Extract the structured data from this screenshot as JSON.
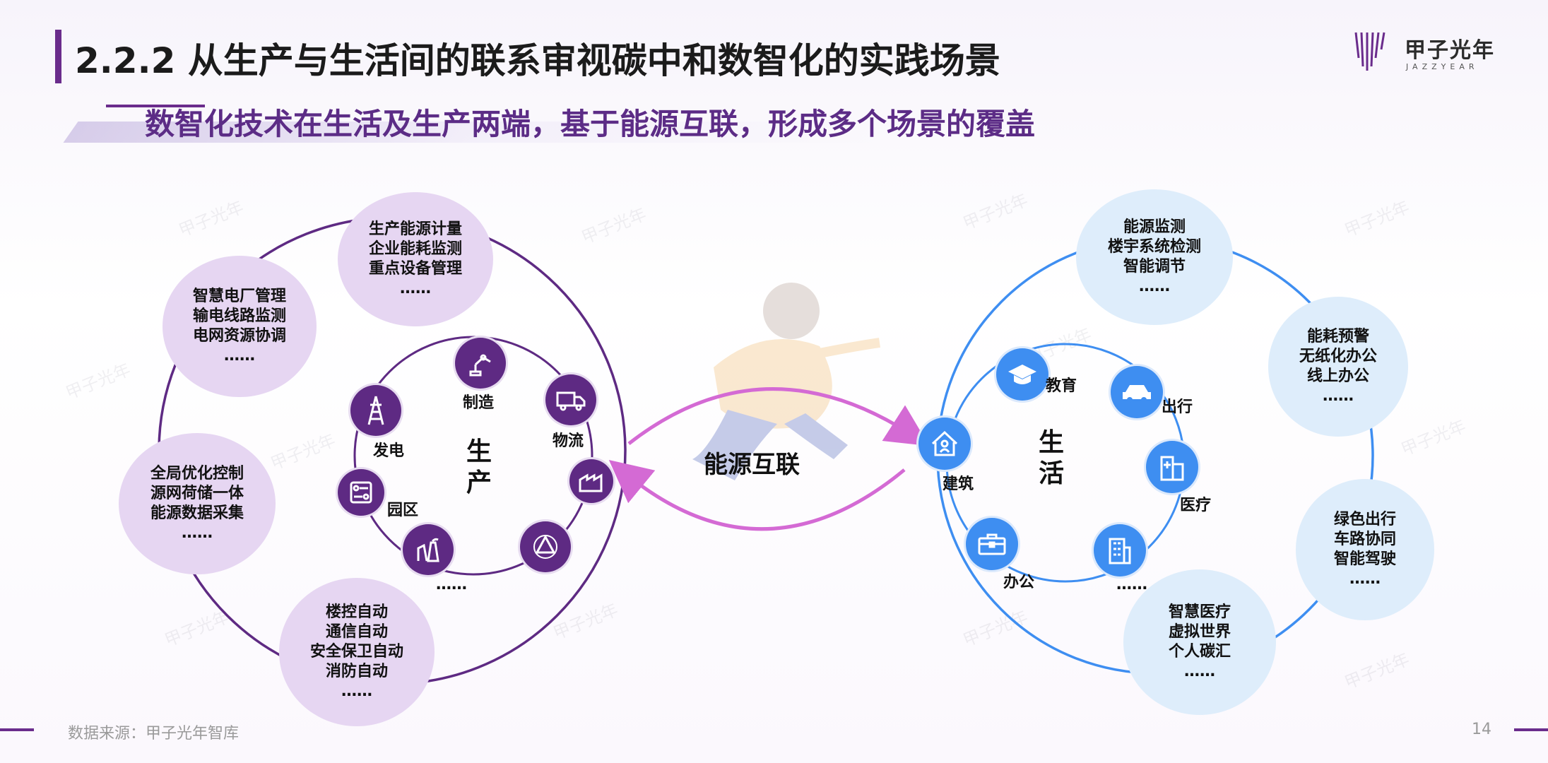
{
  "header": {
    "title": "2.2.2 从生产与生活间的联系审视碳中和数智化的实践场景",
    "subtitle": "数智化技术在生活及生产两端，基于能源互联，形成多个场景的覆盖"
  },
  "brand": {
    "name": "甲子光年",
    "tagline": "JAZZYEAR",
    "accent": "#6a2c8c"
  },
  "hub": {
    "label": "能源互联",
    "arrow_color": "#d46ad4"
  },
  "production": {
    "title": "生\n产",
    "ring_color": "#5e2a83",
    "bubble_color": "#e6d6f2",
    "bubbles": [
      {
        "lines": [
          "生产能源计量",
          "企业能耗监测",
          "重点设备管理",
          "……"
        ]
      },
      {
        "lines": [
          "智慧电厂管理",
          "输电线路监测",
          "电网资源协调",
          "……"
        ]
      },
      {
        "lines": [
          "全局优化控制",
          "源网荷储一体",
          "能源数据采集",
          "……"
        ]
      },
      {
        "lines": [
          "楼控自动",
          "通信自动",
          "安全保卫自动",
          "消防自动",
          "……"
        ]
      }
    ],
    "nodes": [
      {
        "label": "制造",
        "icon": "robot-arm-icon"
      },
      {
        "label": "物流",
        "icon": "truck-icon"
      },
      {
        "label": "",
        "icon": "factory-icon"
      },
      {
        "label": "",
        "icon": "recycle-icon"
      },
      {
        "label": "……",
        "icon": "power-plant-icon"
      },
      {
        "label": "园区",
        "icon": "park-map-icon"
      },
      {
        "label": "发电",
        "icon": "transmission-tower-icon"
      }
    ]
  },
  "life": {
    "title": "生\n活",
    "ring_color": "#3e8ef1",
    "bubble_color": "#deedfb",
    "bubbles": [
      {
        "lines": [
          "能源监测",
          "楼宇系统检测",
          "智能调节",
          "……"
        ]
      },
      {
        "lines": [
          "能耗预警",
          "无纸化办公",
          "线上办公",
          "……"
        ]
      },
      {
        "lines": [
          "绿色出行",
          "车路协同",
          "智能驾驶",
          "……"
        ]
      },
      {
        "lines": [
          "智慧医疗",
          "虚拟世界",
          "个人碳汇",
          "……"
        ]
      }
    ],
    "nodes": [
      {
        "label": "教育",
        "icon": "graduation-cap-icon"
      },
      {
        "label": "出行",
        "icon": "car-icon"
      },
      {
        "label": "医疗",
        "icon": "hospital-icon"
      },
      {
        "label": "……",
        "icon": "building-icon"
      },
      {
        "label": "办公",
        "icon": "briefcase-icon"
      },
      {
        "label": "建筑",
        "icon": "house-icon"
      }
    ]
  },
  "footer": {
    "source": "数据来源：甲子光年智库",
    "page": "14"
  },
  "watermark": "甲子光年"
}
